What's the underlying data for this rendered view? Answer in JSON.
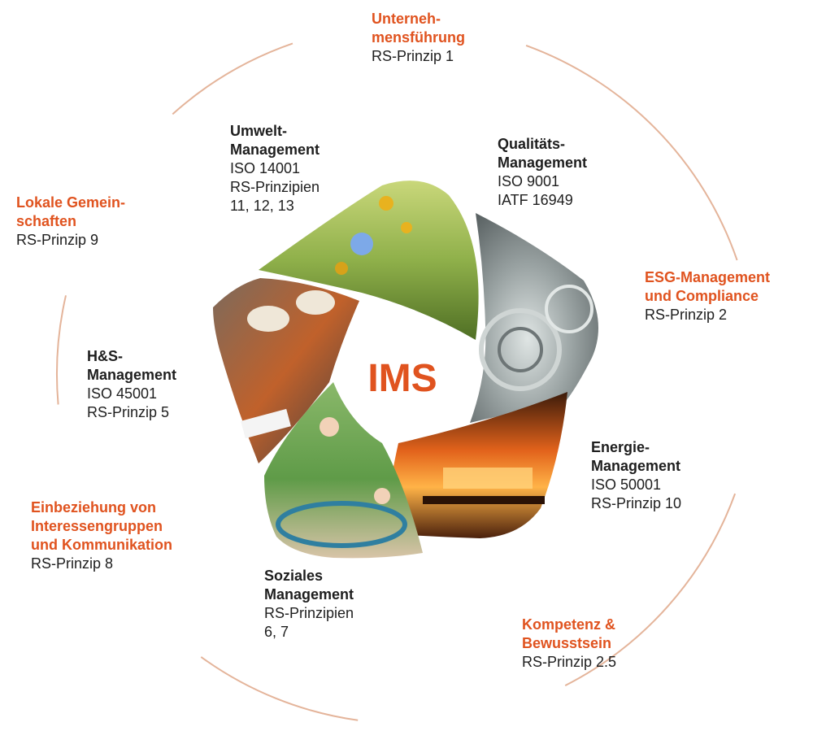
{
  "center": {
    "label": "IMS"
  },
  "colors": {
    "accent": "#e0531f",
    "ring": "#e4b49a",
    "text": "#1e1e1e",
    "photo_environment": "#7aa23b",
    "photo_quality": "#8e9798",
    "photo_energy": "#d9641e",
    "photo_social": "#5f9b48",
    "photo_health_safety": "#b35a2b"
  },
  "inner_segments": [
    {
      "id": "environment",
      "title": [
        "Umwelt-",
        "Management"
      ],
      "details": [
        "ISO 14001",
        "RS-Prinzipien",
        "11, 12, 13"
      ],
      "photo_icon": "butterfly-meadow-photo"
    },
    {
      "id": "quality",
      "title": [
        "Qualitäts-",
        "Management"
      ],
      "details": [
        "ISO 9001",
        "IATF 16949"
      ],
      "photo_icon": "steel-coils-photo"
    },
    {
      "id": "energy",
      "title": [
        "Energie-",
        "Management"
      ],
      "details": [
        "ISO 50001",
        "RS-Prinzip 10"
      ],
      "photo_icon": "furnace-glow-photo"
    },
    {
      "id": "social",
      "title": [
        "Soziales",
        "Management"
      ],
      "details": [
        "RS-Prinzipien",
        "6, 7"
      ],
      "photo_icon": "family-playground-photo"
    },
    {
      "id": "health-safety",
      "title": [
        "H&S-",
        "Management"
      ],
      "details": [
        "ISO 45001",
        "RS-Prinzip 5"
      ],
      "photo_icon": "hardhat-workers-photo"
    }
  ],
  "outer_labels": [
    {
      "id": "corporate-governance",
      "title": [
        "Unterneh-",
        "mensführung"
      ],
      "details": [
        "RS-Prinzip 1"
      ]
    },
    {
      "id": "esg-compliance",
      "title": [
        "ESG-Management",
        "und Compliance"
      ],
      "details": [
        "RS-Prinzip 2"
      ]
    },
    {
      "id": "competence-awareness",
      "title": [
        "Kompetenz &",
        "Bewusstsein"
      ],
      "details": [
        "RS-Prinzip 2.5"
      ]
    },
    {
      "id": "stakeholder-communication",
      "title": [
        "Einbeziehung von",
        "Interessengruppen",
        "und Kommunikation"
      ],
      "details": [
        "RS-Prinzip 8"
      ]
    },
    {
      "id": "local-communities",
      "title": [
        "Lokale Gemein-",
        "schaften"
      ],
      "details": [
        "RS-Prinzip 9"
      ]
    }
  ]
}
